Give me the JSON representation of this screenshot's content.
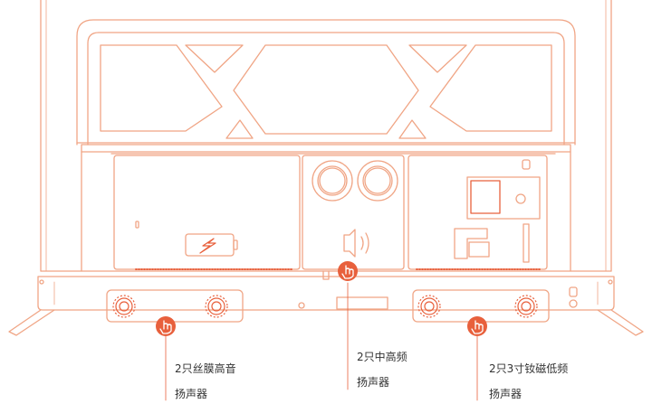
{
  "colors": {
    "accent": "#e8603c",
    "line": "#f0a585",
    "text": "#333333",
    "background": "#ffffff"
  },
  "callouts": [
    {
      "icon": "tap-hand-icon",
      "line1": "2只丝膜高音",
      "line2": "扬声器"
    },
    {
      "icon": "tap-hand-icon",
      "line1": "2只中高频",
      "line2": "扬声器"
    },
    {
      "icon": "tap-hand-icon",
      "line1": "2只3寸钕磁低频",
      "line2": "扬声器"
    }
  ]
}
